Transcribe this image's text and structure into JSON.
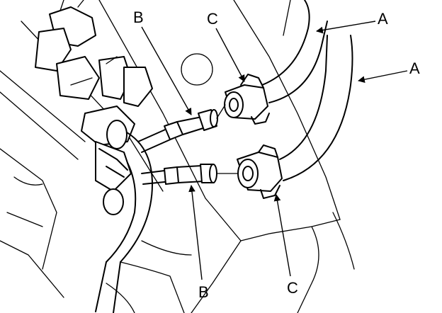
{
  "callouts": {
    "a_upper": "A",
    "a_lower": "A",
    "b_upper": "B",
    "b_lower": "B",
    "c_upper": "C",
    "c_lower": "C"
  },
  "colors": {
    "line": "#000000",
    "background": "#ffffff"
  }
}
